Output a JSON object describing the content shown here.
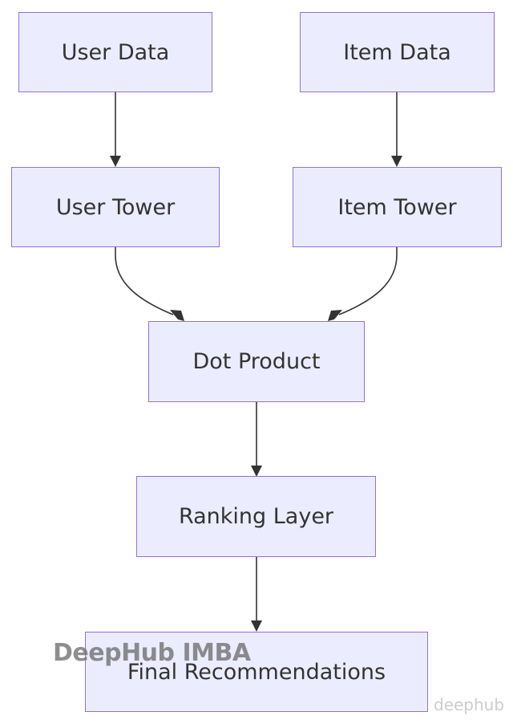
{
  "colors": {
    "node_fill": "#ececff",
    "node_border": "#9370db",
    "edge": "#333333",
    "text": "#333333"
  },
  "nodes": {
    "user_data": "User Data",
    "item_data": "Item Data",
    "user_tower": "User Tower",
    "item_tower": "Item Tower",
    "dot_product": "Dot Product",
    "ranking_layer": "Ranking Layer",
    "final_recommendations": "Final Recommendations"
  },
  "edges": [
    {
      "from": "User Data",
      "to": "User Tower"
    },
    {
      "from": "Item Data",
      "to": "Item Tower"
    },
    {
      "from": "User Tower",
      "to": "Dot Product"
    },
    {
      "from": "Item Tower",
      "to": "Dot Product"
    },
    {
      "from": "Dot Product",
      "to": "Ranking Layer"
    },
    {
      "from": "Ranking Layer",
      "to": "Final Recommendations"
    }
  ],
  "watermarks": {
    "center": "DeepHub IMBA",
    "corner": "deephub"
  }
}
